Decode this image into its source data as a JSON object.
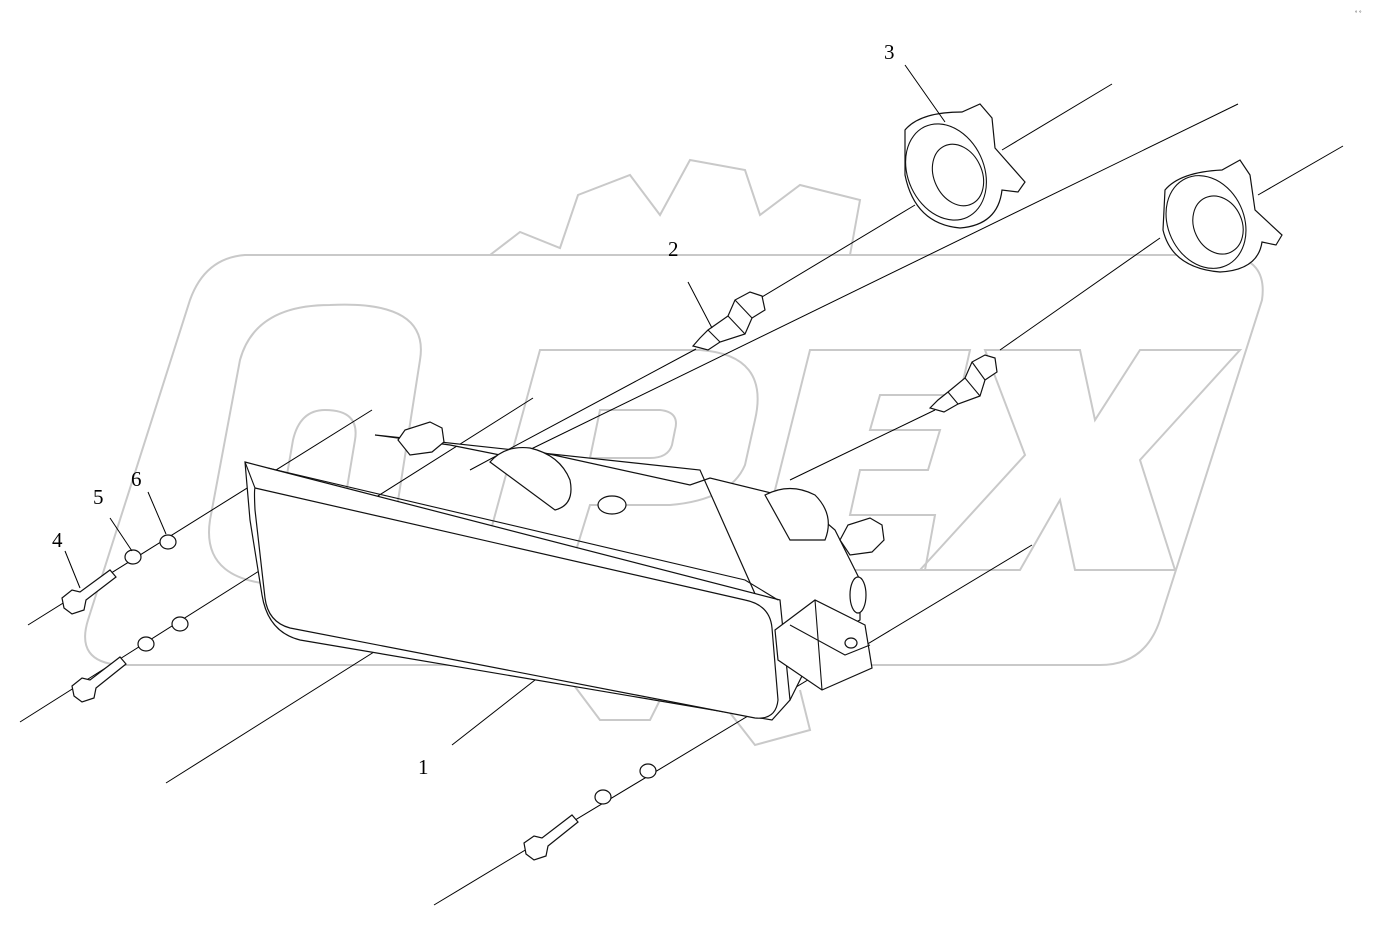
{
  "diagram": {
    "callouts": [
      "1",
      "2",
      "3",
      "4",
      "5",
      "6"
    ],
    "watermark_text": "OPEX",
    "corner_mark": "° °"
  }
}
